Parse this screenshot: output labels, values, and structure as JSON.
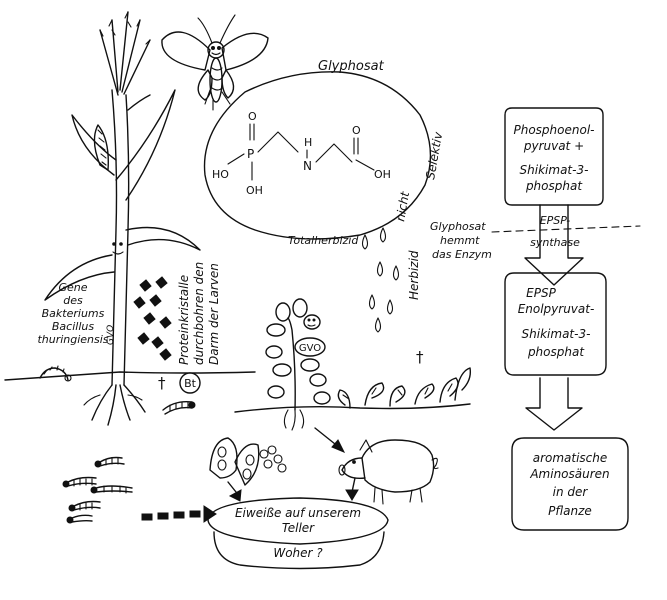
{
  "glyphosate": {
    "title": "Glyphosat",
    "formula": {
      "o_top1": "O",
      "p": "P",
      "ho": "HO",
      "oh_bottom": "OH",
      "nh_h": "H",
      "nh_n": "N",
      "o_top2": "O",
      "oh_right": "OH"
    },
    "side_label_selektiv": "Selektiv",
    "side_label_nicht": "nicht",
    "total_herbicide": "Totalherbizid",
    "herbicide": "Herbizid"
  },
  "corn": {
    "gvo_label": "GVO",
    "genes_label": [
      "Gene",
      "des",
      "Bakteriums",
      "Bacillus",
      "thuringiensis"
    ],
    "protein_label": [
      "Proteinkristalle",
      "durchbohren den",
      "Darm der Larven"
    ],
    "bt_label": "Bt",
    "cross_symbol": "†"
  },
  "soy": {
    "gvo_label": "GVO",
    "cross_symbol": "†"
  },
  "plate": {
    "text_line1": "Eiweiße auf unserem",
    "text_line2": "Teller",
    "question": "Woher ?"
  },
  "pathway": {
    "box1": [
      "Phosphoenol-",
      "pyruvat +",
      "Shikimat-3-",
      "phosphat"
    ],
    "enzyme_line1": "EPSP-",
    "enzyme_line2": "synthase",
    "inhibition_note": [
      "Glyphosat",
      "hemmt",
      "das Enzym"
    ],
    "box2": [
      "EPSP",
      "Enolpyruvat-",
      "Shikimat-3-",
      "phosphat"
    ],
    "box3": [
      "aromatische",
      "Aminosäuren",
      "in der",
      "Pflanze"
    ]
  }
}
